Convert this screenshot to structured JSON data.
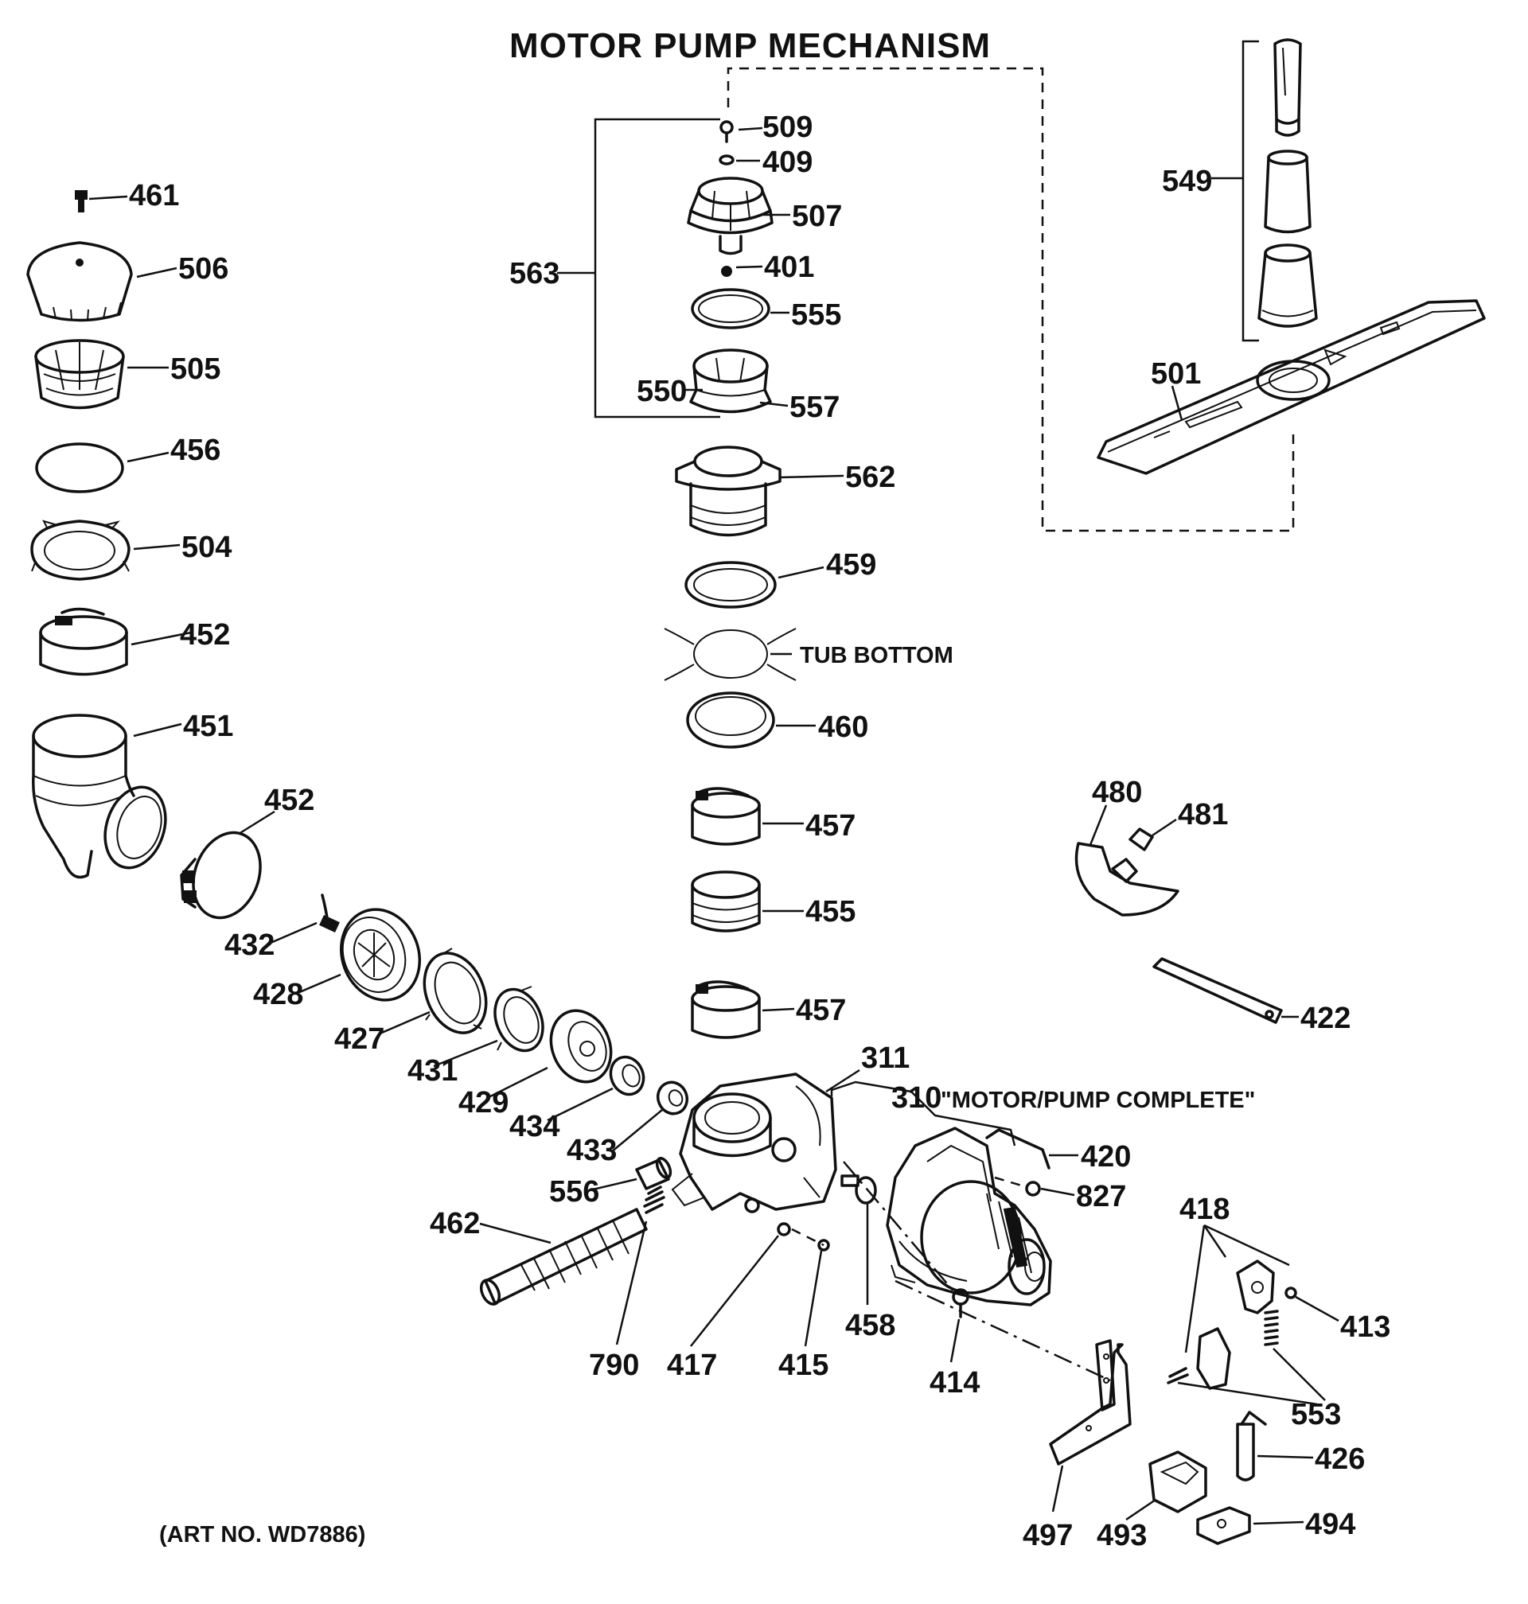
{
  "title": "MOTOR PUMP MECHANISM",
  "art_number": "(ART NO. WD7886)",
  "notes": {
    "tub_bottom": "TUB BOTTOM",
    "motor_pump_complete": "\"MOTOR/PUMP COMPLETE\""
  },
  "callouts": {
    "p311": "311",
    "p310": "310",
    "p401": "401",
    "p409": "409",
    "p413": "413",
    "p414": "414",
    "p415": "415",
    "p417": "417",
    "p418": "418",
    "p420": "420",
    "p422": "422",
    "p426": "426",
    "p427": "427",
    "p428": "428",
    "p429": "429",
    "p431": "431",
    "p432": "432",
    "p433": "433",
    "p434": "434",
    "p451": "451",
    "p452a": "452",
    "p452b": "452",
    "p455": "455",
    "p456": "456",
    "p457a": "457",
    "p457b": "457",
    "p458": "458",
    "p459": "459",
    "p460": "460",
    "p461": "461",
    "p462": "462",
    "p480": "480",
    "p481": "481",
    "p493": "493",
    "p494": "494",
    "p497": "497",
    "p501": "501",
    "p504": "504",
    "p505": "505",
    "p506": "506",
    "p507": "507",
    "p509": "509",
    "p549": "549",
    "p550": "550",
    "p553": "553",
    "p555": "555",
    "p556": "556",
    "p557": "557",
    "p562": "562",
    "p563": "563",
    "p790": "790",
    "p827": "827"
  }
}
